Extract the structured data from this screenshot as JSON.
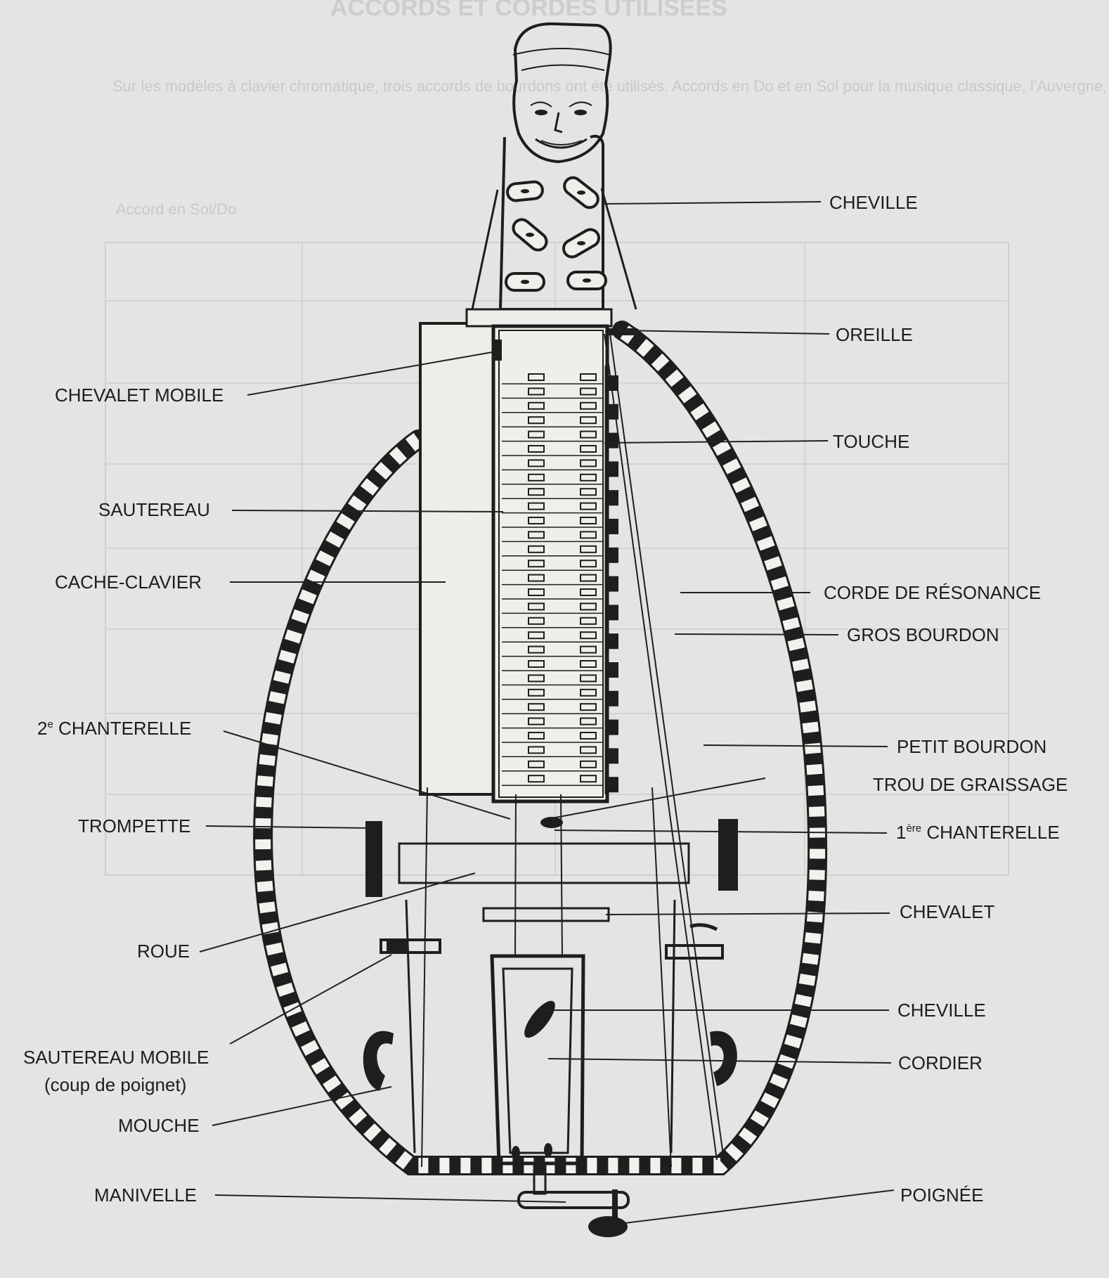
{
  "background": {
    "heading": "ACCORDS ET CORDES UTILISÉES",
    "paragraph": "Sur les modèles à clavier chromatique, trois accords de bourdons ont été utilisés. Accords en Do et en Sol pour la musique classique, l'Auvergne, etc. et l'accord en Ré, principalement utilisé en Berry et Bourbonnais.",
    "subheading": "Accord en Sol/Do"
  },
  "labels": {
    "cheville_top": "CHEVILLE",
    "oreille": "OREILLE",
    "chevalet_mobile": "CHEVALET MOBILE",
    "touche": "TOUCHE",
    "sautereau": "SAUTEREAU",
    "cache_clavier": "CACHE-CLAVIER",
    "corde_de_resonance": "CORDE DE RÉSONANCE",
    "gros_bourdon": "GROS BOURDON",
    "chanterelle_2_num": "2",
    "chanterelle_2_sup": "e",
    "chanterelle_2_text": " CHANTERELLE",
    "petit_bourdon": "PETIT BOURDON",
    "trou_de_graissage": "TROU DE GRAISSAGE",
    "trompette": "TROMPETTE",
    "chanterelle_1_num": "1",
    "chanterelle_1_sup": "ère",
    "chanterelle_1_text": " CHANTERELLE",
    "chevalet": "CHEVALET",
    "roue": "ROUE",
    "cheville_bottom": "CHEVILLE",
    "sautereau_mobile": "SAUTEREAU MOBILE",
    "sautereau_mobile_note": "(coup de poignet)",
    "cordier": "CORDIER",
    "mouche": "MOUCHE",
    "manivelle": "MANIVELLE",
    "poignee": "POIGNÉE"
  },
  "colors": {
    "paper": "#e4e4e2",
    "ink": "#1e1e1e",
    "show_through": "#c9c9c7"
  },
  "icons": [
    "carved-head",
    "tuning-peg",
    "sound-hole",
    "crank-handle"
  ]
}
